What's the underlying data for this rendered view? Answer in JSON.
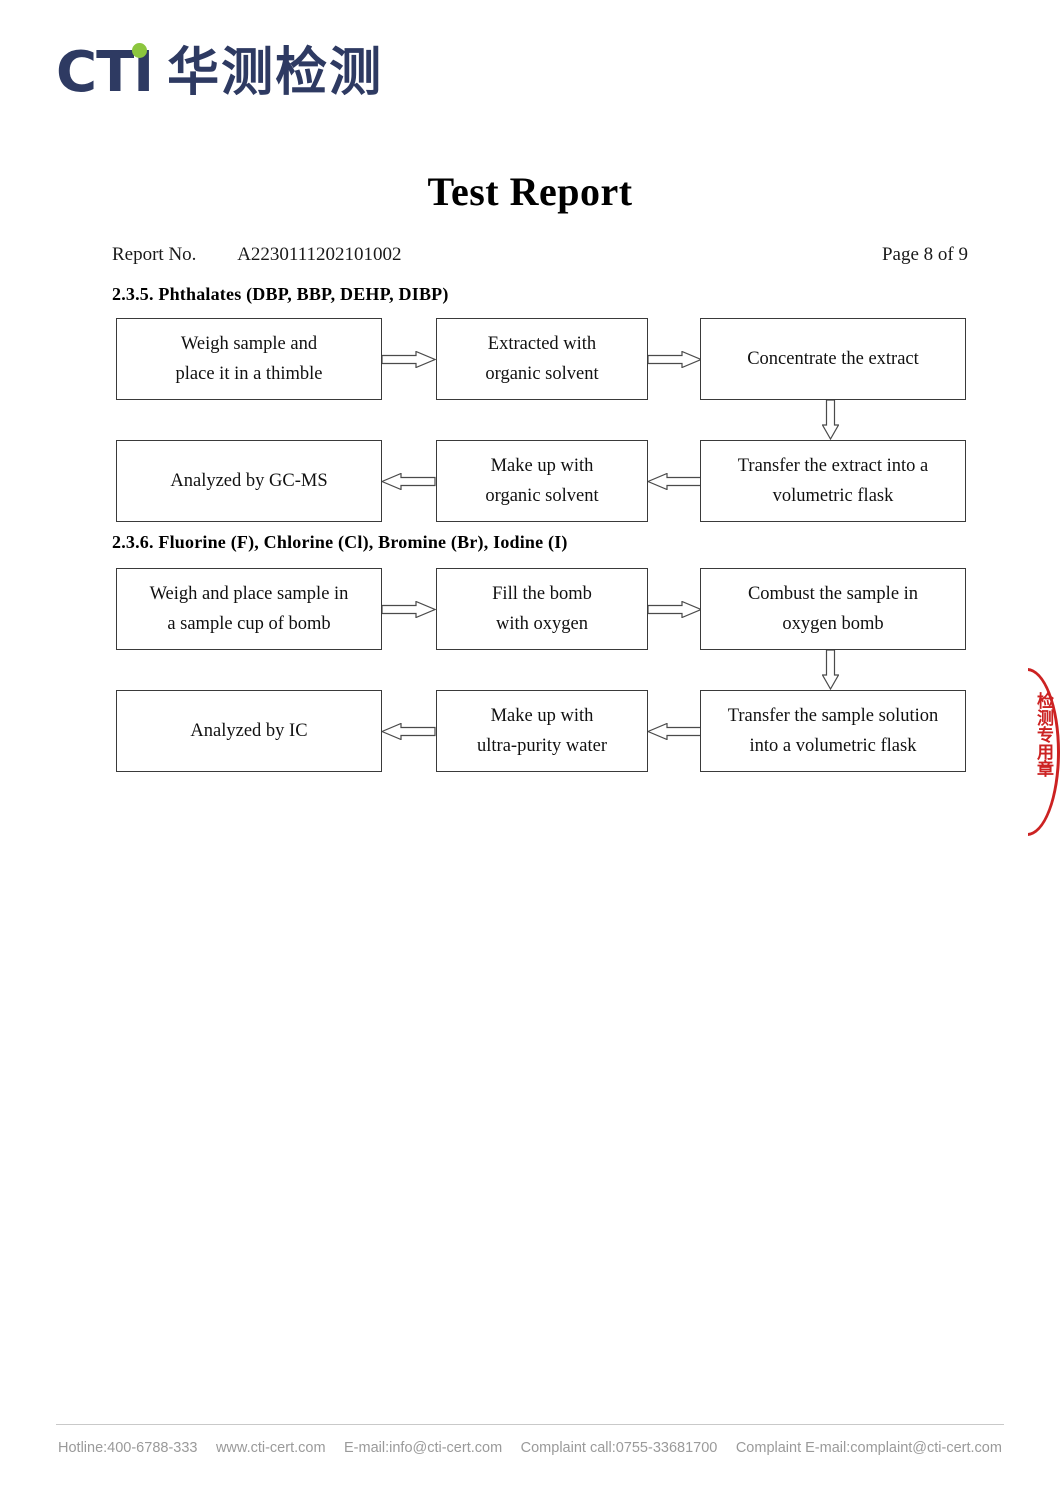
{
  "brand": {
    "logo_latin": "CTI",
    "logo_chinese": "华测检测",
    "navy": "#2e3a62",
    "green": "#8cc63e"
  },
  "header": {
    "title": "Test Report",
    "report_no_label": "Report No.",
    "report_no_value": "A2230111202101002",
    "page_indicator": "Page 8 of 9"
  },
  "sections": [
    {
      "heading": "2.3.5. Phthalates (DBP, BBP, DEHP, DIBP)",
      "flow": {
        "row1": [
          {
            "line1": "Weigh sample and",
            "line2": "place it in a thimble"
          },
          {
            "line1": "Extracted with",
            "line2": "organic solvent"
          },
          {
            "line1": "Concentrate the extract",
            "line2": ""
          }
        ],
        "row2": [
          {
            "line1": "Analyzed by GC-MS",
            "line2": ""
          },
          {
            "line1": "Make up with",
            "line2": "organic solvent"
          },
          {
            "line1": "Transfer the extract into a",
            "line2": "volumetric flask"
          }
        ]
      }
    },
    {
      "heading": "2.3.6. Fluorine (F), Chlorine (Cl), Bromine (Br), Iodine (I)",
      "flow": {
        "row1": [
          {
            "line1": "Weigh and place sample in",
            "line2": "a sample cup of bomb"
          },
          {
            "line1": "Fill the bomb",
            "line2": "with oxygen"
          },
          {
            "line1": "Combust the sample in",
            "line2": "oxygen bomb"
          }
        ],
        "row2": [
          {
            "line1": "Analyzed by IC",
            "line2": ""
          },
          {
            "line1": "Make up with",
            "line2": "ultra-purity water"
          },
          {
            "line1": "Transfer the sample solution",
            "line2": "into a volumetric flask"
          }
        ]
      }
    }
  ],
  "seal": {
    "color": "#cc2222",
    "text": "检测专用章"
  },
  "footer": {
    "hotline": "Hotline:400-6788-333",
    "website": "www.cti-cert.com",
    "email": "E-mail:info@cti-cert.com",
    "complaint_call": "Complaint call:0755-33681700",
    "complaint_email": "Complaint E-mail:complaint@cti-cert.com"
  }
}
